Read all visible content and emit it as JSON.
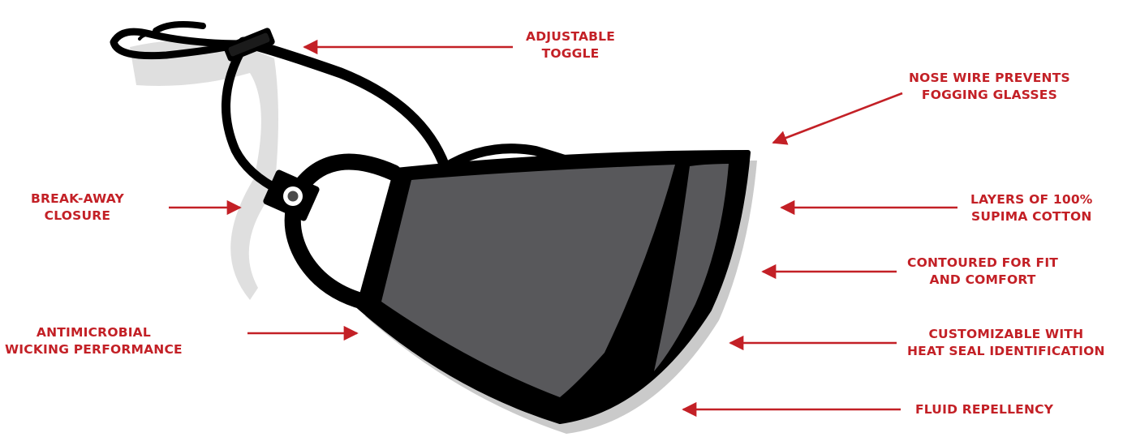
{
  "colors": {
    "accent": "#c32026",
    "outline": "#000000",
    "fabric": "#58585b",
    "shadow": "#c9c9c9"
  },
  "callouts": [
    {
      "id": "adjustable-toggle",
      "lines": [
        "ADJUSTABLE",
        "TOGGLE"
      ]
    },
    {
      "id": "nose-wire",
      "lines": [
        "NOSE WIRE PREVENTS",
        "FOGGING GLASSES"
      ]
    },
    {
      "id": "break-away-closure",
      "lines": [
        "BREAK-AWAY",
        "CLOSURE"
      ]
    },
    {
      "id": "supima-cotton",
      "lines": [
        "LAYERS OF 100%",
        "SUPIMA COTTON"
      ]
    },
    {
      "id": "contoured-fit",
      "lines": [
        "CONTOURED FOR FIT",
        "AND COMFORT"
      ]
    },
    {
      "id": "antimicrobial",
      "lines": [
        "ANTIMICROBIAL",
        "WICKING PERFORMANCE"
      ]
    },
    {
      "id": "customizable",
      "lines": [
        "CUSTOMIZABLE WITH",
        "HEAT SEAL IDENTIFICATION"
      ]
    },
    {
      "id": "fluid-repellency",
      "lines": [
        "FLUID REPELLENCY"
      ]
    }
  ]
}
